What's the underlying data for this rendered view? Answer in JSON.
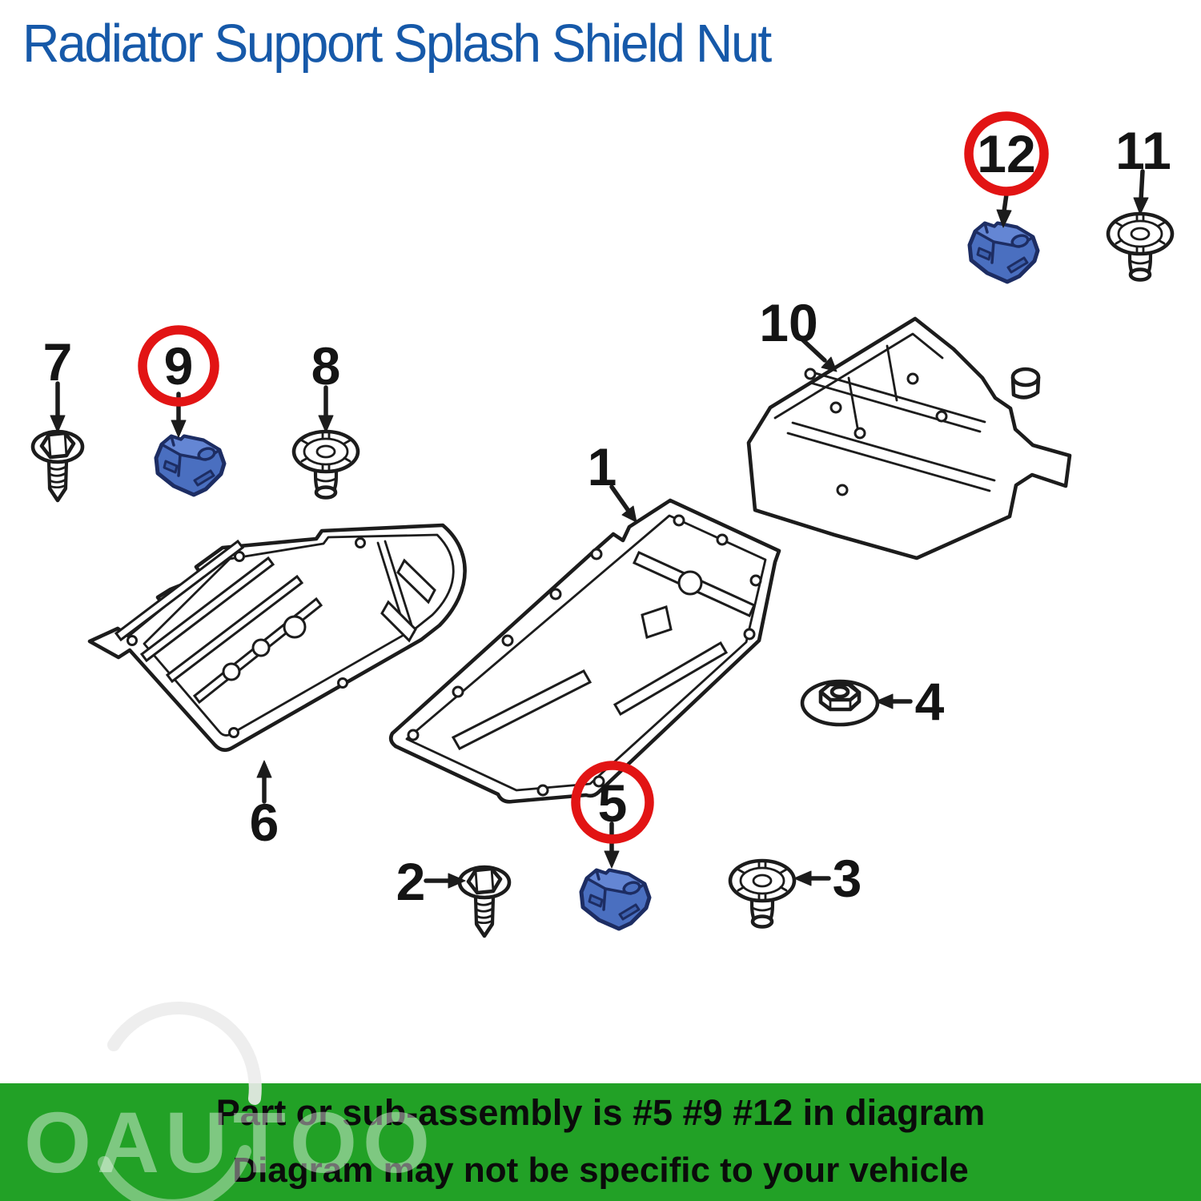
{
  "title": "Radiator Support Splash Shield Nut",
  "watermark": "OAUTOO",
  "banner": {
    "line1": "Part or sub-assembly is #5 #9 #12 in diagram",
    "line2": "Diagram may not be specific to your vehicle"
  },
  "labels": {
    "n1": "1",
    "n2": "2",
    "n3": "3",
    "n4": "4",
    "n5": "5",
    "n6": "6",
    "n7": "7",
    "n8": "8",
    "n9": "9",
    "n10": "10",
    "n11": "11",
    "n12": "12"
  },
  "highlighted_callouts": [
    "5",
    "9",
    "12"
  ],
  "colors": {
    "title_blue": "#1659a9",
    "banner_green": "#22a126",
    "banner_text": "#0b0b0b",
    "highlight_ring_red": "#e21414",
    "clip_nut_blue": "#4a6fc0",
    "clip_nut_outline": "#1d2d63",
    "line_art_ink": "#1c1c1c"
  }
}
